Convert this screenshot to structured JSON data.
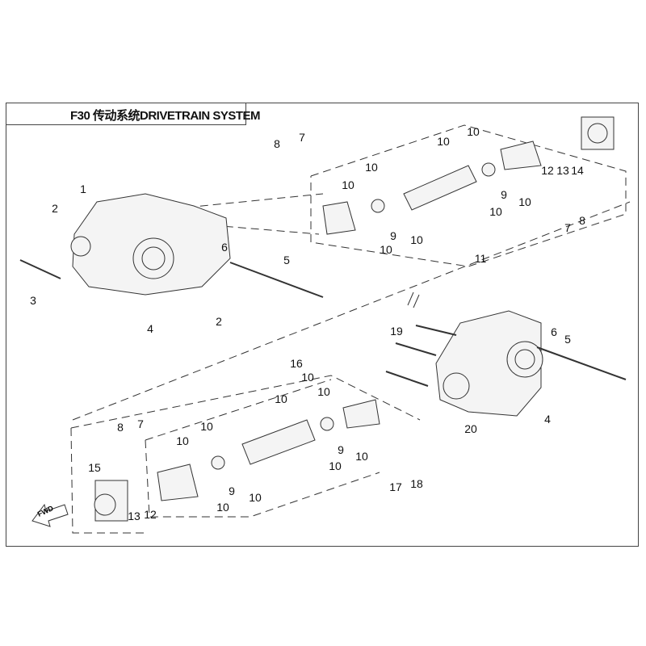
{
  "title": "F30 传动系统DRIVETRAIN SYSTEM",
  "fwd_label": "FWD",
  "callouts": [
    "1",
    "2",
    "2",
    "3",
    "4",
    "5",
    "6",
    "7",
    "8",
    "10",
    "10",
    "10",
    "10",
    "9",
    "10",
    "10",
    "9",
    "10",
    "10",
    "12",
    "13",
    "14",
    "7",
    "8",
    "11",
    "19",
    "6",
    "5",
    "16",
    "10",
    "10",
    "10",
    "7",
    "8",
    "10",
    "10",
    "9",
    "10",
    "10",
    "4",
    "20",
    "9",
    "10",
    "10",
    "15",
    "13",
    "12",
    "17",
    "18"
  ]
}
